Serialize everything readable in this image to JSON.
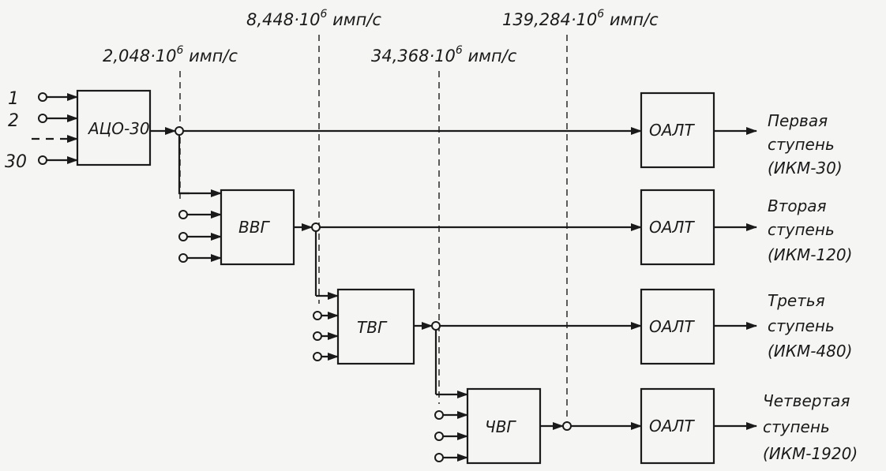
{
  "inputs": {
    "labels": [
      "1",
      "2",
      "30"
    ]
  },
  "rates": {
    "r1": "2,048·10",
    "r2": "8,448·10",
    "r3": "34,368·10",
    "r4": "139,284·10",
    "exp": "6",
    "unit": " имп/с"
  },
  "blocks": {
    "aco": "АЦО-30",
    "vvg": "ВВГ",
    "tvg": "ТВГ",
    "chvg": "ЧВГ",
    "oalt": "ОАЛТ"
  },
  "stages": [
    {
      "line1": "Первая",
      "line2": "ступень",
      "line3": "(ИКМ-30)"
    },
    {
      "line1": "Вторая",
      "line2": "ступень",
      "line3": "(ИКМ-120)"
    },
    {
      "line1": "Третья",
      "line2": "ступень",
      "line3": "(ИКМ-480)"
    },
    {
      "line1": "Четвертая",
      "line2": "ступень",
      "line3": "(ИКМ-1920)"
    }
  ]
}
